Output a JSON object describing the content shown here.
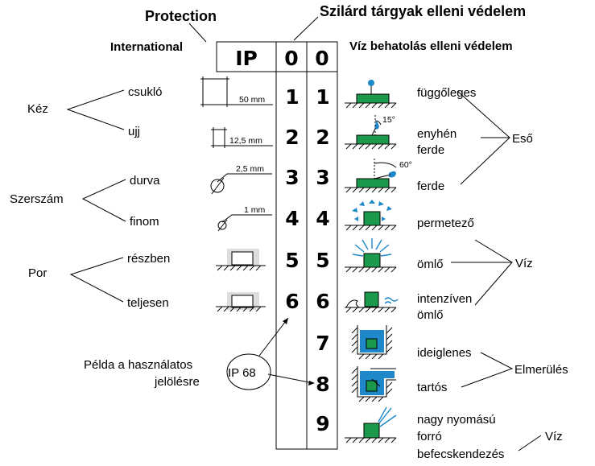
{
  "header": {
    "protection": "Protection",
    "international": "International",
    "ip": "IP",
    "solid_zero": "0",
    "water_zero": "0",
    "solid_title": "Szilárd tárgyak elleni védelem",
    "water_title": "Víz behatolás elleni védelem"
  },
  "solid_digits": [
    "1",
    "2",
    "3",
    "4",
    "5",
    "6"
  ],
  "water_digits": [
    "1",
    "2",
    "3",
    "4",
    "5",
    "6",
    "7",
    "8",
    "9"
  ],
  "left": {
    "kez": "Kéz",
    "csuklo": "csukló",
    "ujj": "ujj",
    "szerszam": "Szerszám",
    "durva": "durva",
    "finom": "finom",
    "por": "Por",
    "reszben": "részben",
    "teljesen": "teljesen"
  },
  "sizes": {
    "s1": "50 mm",
    "s2": "12,5 mm",
    "s3": "2,5 mm",
    "s4": "1 mm"
  },
  "angles": {
    "a2": "15°",
    "a3": "60°"
  },
  "right": {
    "fuggoleges": "függőleges",
    "enyhen": "enyhén",
    "ferde1": "ferde",
    "ferde2": "ferde",
    "eso": "Eső",
    "permetezo": "permetező",
    "omlo": "ömlő",
    "intenziven": "intenzíven",
    "omlo2": "ömlő",
    "viz": "Víz",
    "ideiglenes": "ideiglenes",
    "tartos": "tartós",
    "elmerules": "Elmerülés",
    "nagy": "nagy nyomású",
    "forro": "forró",
    "befecs": "befecskendezés",
    "viz2": "Víz"
  },
  "example": {
    "label1": "Példa a használatos",
    "label2": "jelölésre",
    "code": "IP 68"
  },
  "colors": {
    "device_green": "#1a9a4a",
    "water_blue": "#1e88c8"
  }
}
